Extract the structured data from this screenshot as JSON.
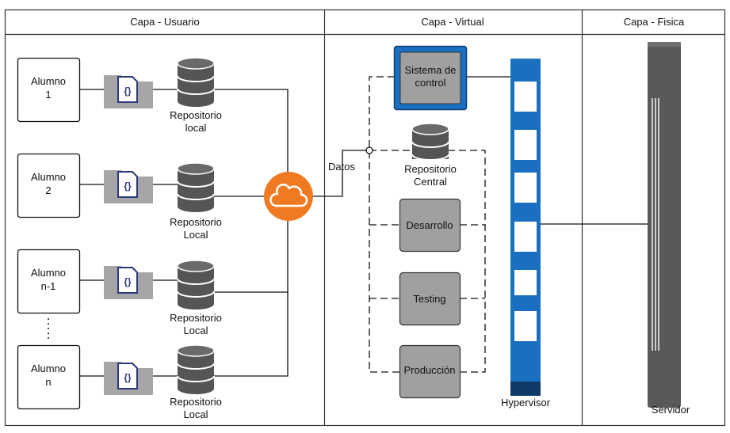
{
  "layers": {
    "user": "Capa - Usuario",
    "virtual": "Capa - Virtual",
    "physical": "Capa - Fisica"
  },
  "students": [
    {
      "line1": "Alumno",
      "line2": "1"
    },
    {
      "line1": "Alumno",
      "line2": "2"
    },
    {
      "line1": "Alumno",
      "line2": "n-1"
    },
    {
      "line1": "Alumno",
      "line2": "n"
    }
  ],
  "local_repos": [
    {
      "line1": "Repositorio",
      "line2": "local"
    },
    {
      "line1": "Repositorio",
      "line2": "Local"
    },
    {
      "line1": "Repositorio",
      "line2": "Local"
    },
    {
      "line1": "Repositorio",
      "line2": "Local"
    }
  ],
  "link_label": "Datos",
  "control_system": {
    "line1": "Sistema de",
    "line2": "control"
  },
  "central_repo": {
    "line1": "Repositorio",
    "line2": "Central"
  },
  "environments": [
    "Desarrollo",
    "Testing",
    "Producción"
  ],
  "hypervisor_label": "Hypervisor",
  "server_label": "Servidor",
  "colors": {
    "cloud": "#f07a22",
    "hypervisor": "#1a6fc0",
    "control_border": "#1a6fc0",
    "env_fill": "#a0a0a0",
    "server": "#595959",
    "database": "#555555",
    "folder": "#a6a6a6",
    "doc_icon": "#2a3a7a"
  }
}
